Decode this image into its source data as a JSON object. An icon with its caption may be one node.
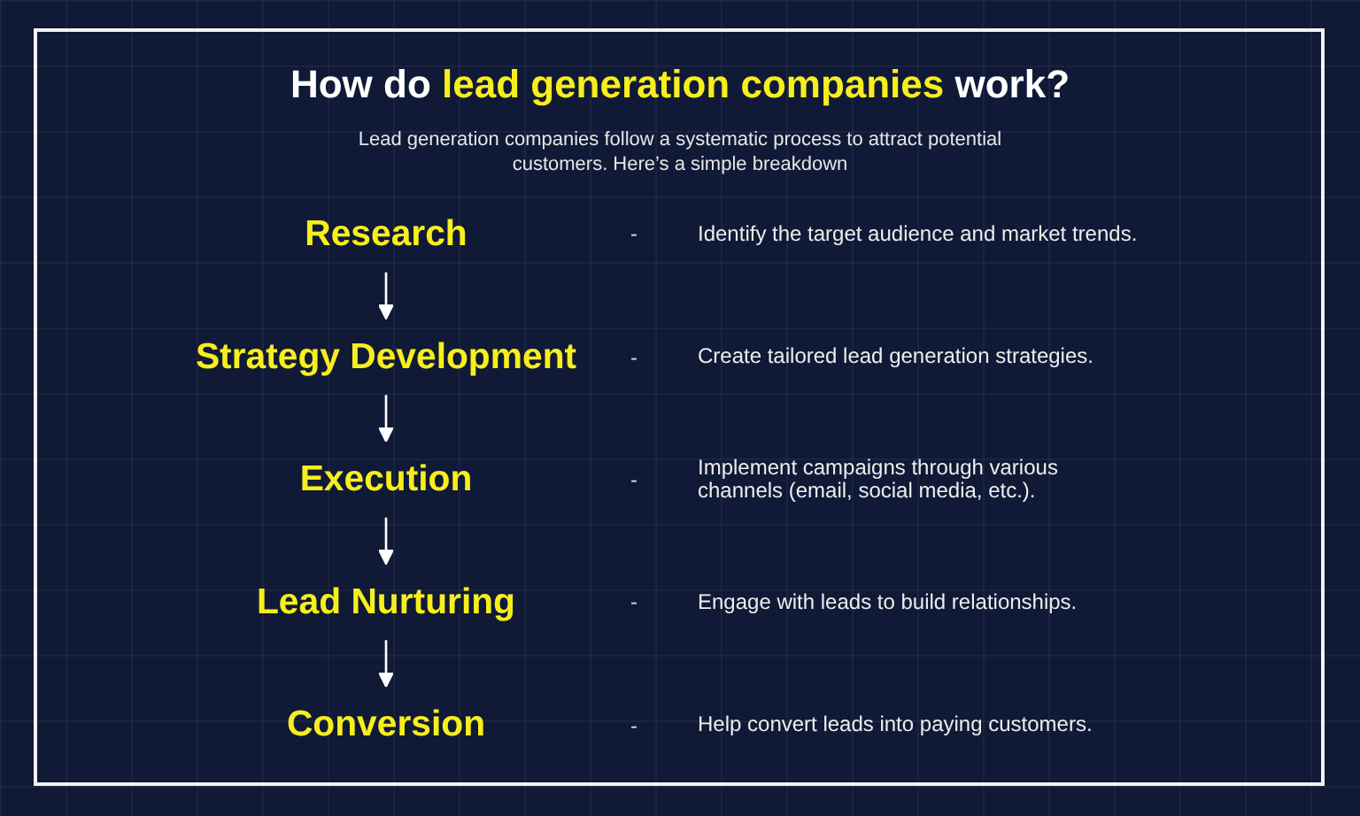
{
  "diagram": {
    "title": "How do **lead generation companies** work?",
    "nodes": [
      {
        "text": [
          "Research"
        ],
        "beside": [
          "-",
          "Identify the target audience and market trends."
        ]
      },
      {
        "text": [
          "Strategy Development"
        ],
        "beside": [
          "-",
          "Create tailored lead generation strategies."
        ]
      },
      {
        "text": [
          "Execution"
        ],
        "beside": [
          "-",
          "Implement campaigns through various channels (email, social media, etc.)."
        ]
      },
      {
        "text": [
          "Lead Nurturing"
        ],
        "beside": [
          "-",
          "Engage with leads to build relationships."
        ]
      },
      {
        "text": [
          "Conversion"
        ],
        "beside": [
          "-",
          "Help convert leads into paying customers."
        ]
      }
    ],
    "edges": [
      {
        "from": 0,
        "to": 1,
        "arrow": "to"
      },
      {
        "from": 1,
        "to": 2,
        "arrow": "to"
      },
      {
        "from": 2,
        "to": 3,
        "arrow": "to"
      },
      {
        "from": 3,
        "to": 4,
        "arrow": "to"
      }
    ],
    "labels": [
      "Lead generation companies follow a systematic process to attract potential customers. Here’s a simple breakdown"
    ]
  }
}
